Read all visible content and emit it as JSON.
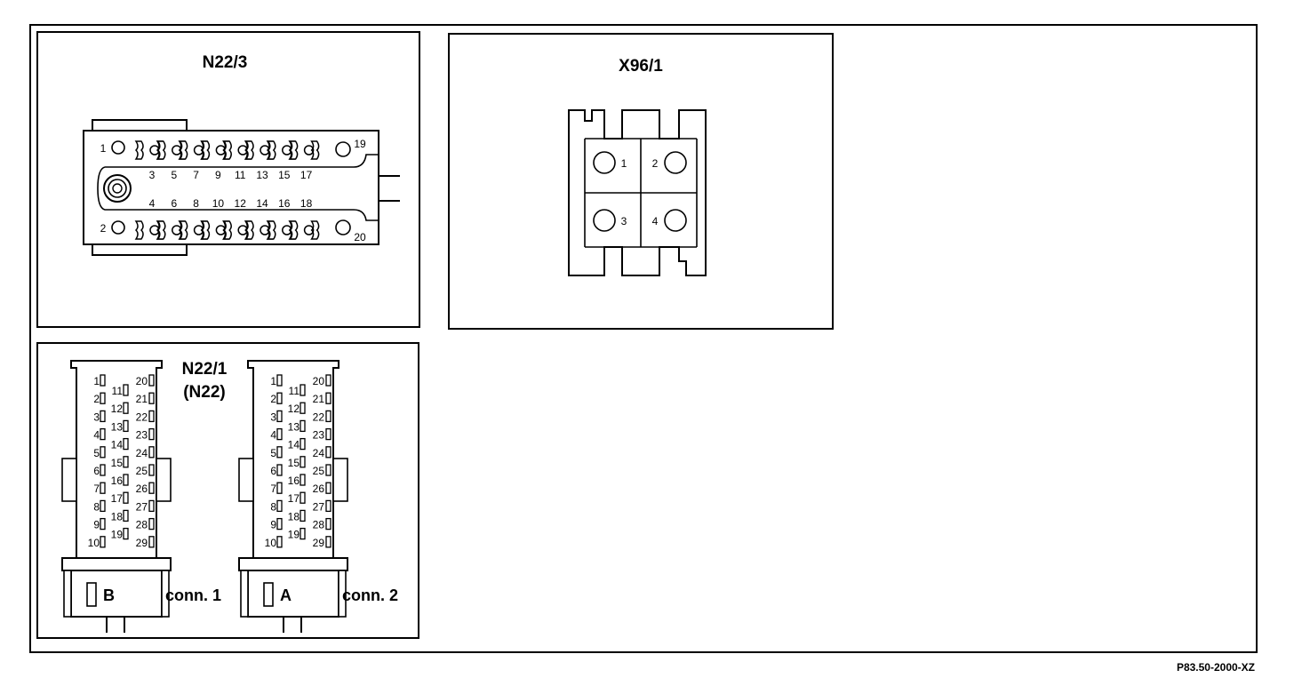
{
  "panels": {
    "n22_3": {
      "title": "N22/3",
      "end_pins": {
        "top_left": "1",
        "bottom_left": "2",
        "top_right": "19",
        "bottom_right": "20"
      },
      "upper_pins": [
        "3",
        "5",
        "7",
        "9",
        "11",
        "13",
        "15",
        "17"
      ],
      "lower_pins": [
        "4",
        "6",
        "8",
        "10",
        "12",
        "14",
        "16",
        "18"
      ]
    },
    "x96_1": {
      "title": "X96/1",
      "pins": [
        "1",
        "2",
        "3",
        "4"
      ]
    },
    "n22_1": {
      "title": "N22/1",
      "subtitle": "(N22)",
      "connectors": [
        {
          "letter": "B",
          "name": "conn. 1",
          "col1": [
            "1",
            "2",
            "3",
            "4",
            "5",
            "6",
            "7",
            "8",
            "9",
            "10"
          ],
          "col2": [
            "11",
            "12",
            "13",
            "14",
            "15",
            "16",
            "17",
            "18",
            "19"
          ],
          "col3": [
            "20",
            "21",
            "22",
            "23",
            "24",
            "25",
            "26",
            "27",
            "28",
            "29"
          ]
        },
        {
          "letter": "A",
          "name": "conn. 2",
          "col1": [
            "1",
            "2",
            "3",
            "4",
            "5",
            "6",
            "7",
            "8",
            "9",
            "10"
          ],
          "col2": [
            "11",
            "12",
            "13",
            "14",
            "15",
            "16",
            "17",
            "18",
            "19"
          ],
          "col3": [
            "20",
            "21",
            "22",
            "23",
            "24",
            "25",
            "26",
            "27",
            "28",
            "29"
          ]
        }
      ]
    }
  },
  "figure_id": "P83.50-2000-XZ"
}
